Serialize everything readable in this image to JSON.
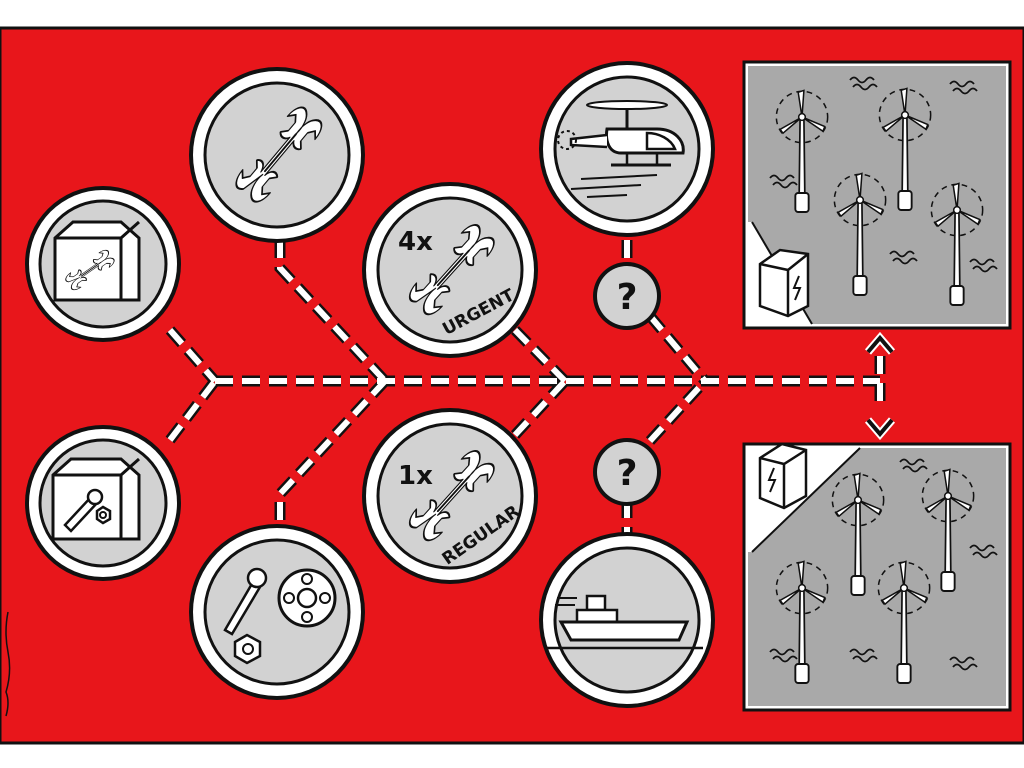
{
  "colors": {
    "background": "#e8161b",
    "outline": "#111111",
    "circle_fill": "#d2d2d2",
    "panel_fill": "#a9a9a9",
    "paper": "#ffffff"
  },
  "labels": {
    "urgent_count": "4x",
    "urgent": "URGENT",
    "regular_count": "1x",
    "regular": "REGULAR",
    "unknown_top": "?",
    "unknown_bottom": "?"
  },
  "icons": {
    "spare_box_tool": "box-with-wrench-icon",
    "spare_box_parts": "box-with-screw-and-nut-icon",
    "tool": "wrench-icon",
    "parts": "screw-nut-bearing-icon",
    "urgent_visit": "wrench-icon",
    "regular_visit": "wrench-icon",
    "helicopter": "helicopter-icon",
    "vessel": "boat-icon",
    "wind_farm_top": "offshore-wind-farm-icon",
    "wind_farm_bottom": "offshore-wind-farm-icon",
    "arrow": "double-arrow-icon"
  }
}
